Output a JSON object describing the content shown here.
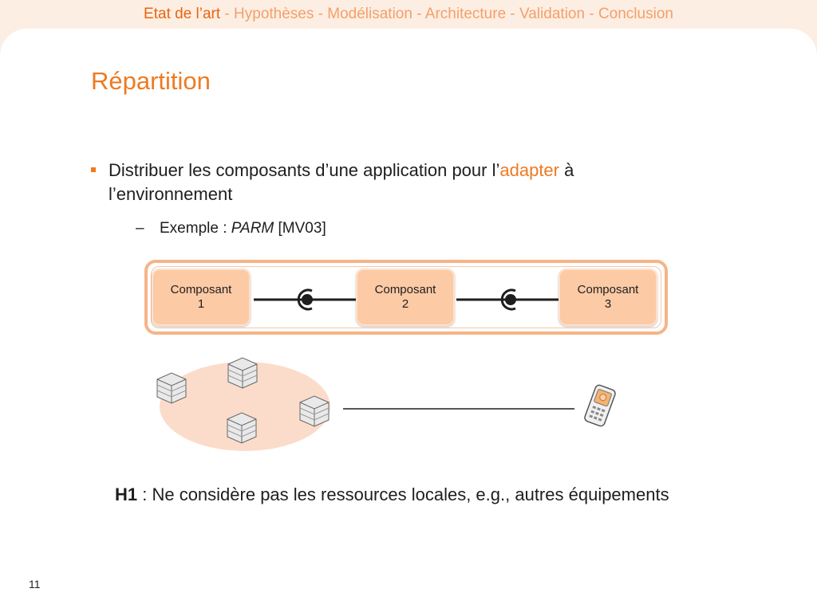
{
  "header": {
    "nav_active": "Etat de l’art",
    "nav_rest": " - Hypothèses - Modélisation - Architecture - Validation - Conclusion"
  },
  "slide": {
    "title": "Répartition",
    "bullet_main": {
      "before": "Distribuer les composants d’une application pour l’",
      "highlight": "adapter",
      "after": " à l’environnement"
    },
    "bullet_sub": {
      "dash": "–",
      "prefix": "Exemple : ",
      "italic": "PARM",
      "suffix": " [MV03]"
    },
    "components": [
      {
        "line1": "Composant",
        "line2": "1"
      },
      {
        "line1": "Composant",
        "line2": "2"
      },
      {
        "line1": "Composant",
        "line2": "3"
      }
    ],
    "hypothesis": {
      "label": "H1",
      "text": " : Ne considère pas les ressources locales, e.g., autres équipements"
    },
    "page_number": "11"
  },
  "colors": {
    "accent": "#ee7a22",
    "component_fill": "#fccaa5",
    "frame_border": "#f6b487",
    "cluster_fill": "#fbdcca"
  },
  "icons": [
    "server-icon",
    "mobile-phone-icon",
    "socket-connector-icon"
  ]
}
